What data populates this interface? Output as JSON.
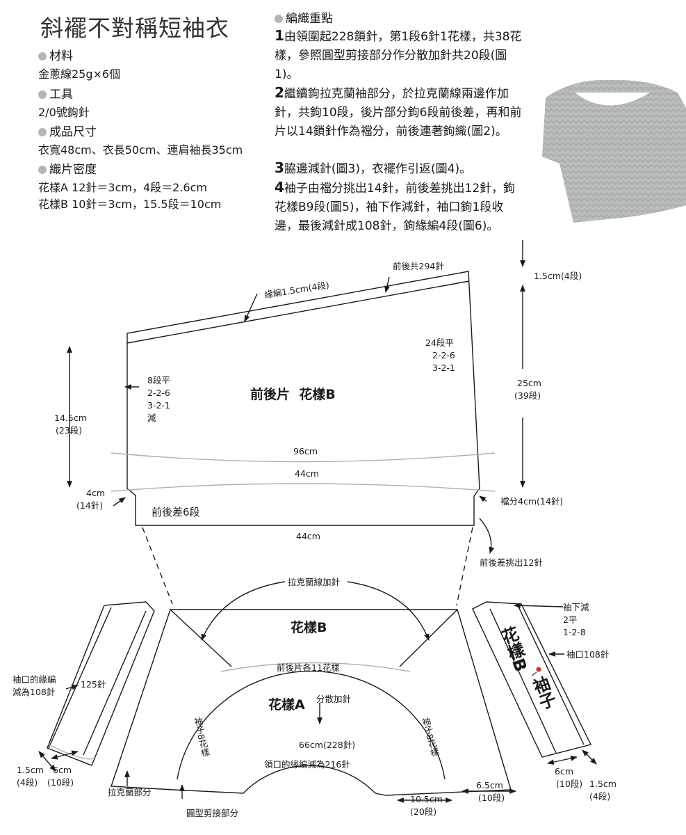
{
  "title": "斜襬不對稱短袖衣",
  "materials": {
    "heading": "材料",
    "value": "金蔥線25g×6個"
  },
  "tools": {
    "heading": "工具",
    "value": "2/0號鉤針"
  },
  "size": {
    "heading": "成品尺寸",
    "value": "衣寬48cm、衣長50cm、連肩袖長35cm"
  },
  "gauge": {
    "heading": "織片密度",
    "line1": "花樣A 12針＝3cm，4段＝2.6cm",
    "line2": "花樣B 10針＝3cm，15.5段＝10cm"
  },
  "notes": {
    "heading": "編織重點",
    "items": [
      {
        "num": "1",
        "text": "由領圍起228鎖針，第1段6針1花樣，共38花樣，參照圓型剪接部分作分散加針共20段(圖1)。"
      },
      {
        "num": "2",
        "text": "繼續鉤拉克蘭袖部分，於拉克蘭線兩邊作加針，共鉤10段，後片部分鉤6段前後差，再和前片以14鎖針作為襠分，前後連著鉤織(圖2)。"
      },
      {
        "num": "3",
        "text": "脇邊減針(圖3)，衣襬作引返(圖4)。"
      },
      {
        "num": "4",
        "text": "袖子由襠分挑出14針，前後差挑出12針，鉤花樣B9段(圖5)，袖下作減針，袖口鉤1段收邊，最後減針成108針，鉤緣編4段(圖6)。"
      }
    ]
  },
  "diagram": {
    "body": {
      "top_total": "前後共294針",
      "edging": "緣編1.5cm(4段)",
      "right_top_a": "1.5cm(4段)",
      "right_rows": "24段平",
      "right_2": "2-2-6",
      "right_3": "3-2-1",
      "right_h1": "25cm",
      "right_h2": "(39段)",
      "left_rows": "8段平",
      "left_2": "2-2-6",
      "left_3": "3-2-1",
      "left_dec": "減",
      "left_h1": "14.5cm",
      "left_h2": "(23段)",
      "title": "前後片  花樣B",
      "w96": "96cm",
      "w44": "44cm",
      "side_w1": "4cm",
      "side_w2": "(14針)",
      "diff_rows": "前後差6段",
      "bottom_w": "44cm",
      "gusset": "襠分4cm(14針)",
      "pickup": "前後差挑出12針"
    },
    "yoke": {
      "raglan_inc": "拉克蘭線加針",
      "pattern_b": "花樣B",
      "motifs": "前後片各11花樣",
      "pattern_a": "花樣A",
      "spread_inc": "分散加針",
      "neck": "66cm(228針)",
      "neck_edge": "領口的緣編減為216針",
      "sleeve_left": "袖子8花樣",
      "sleeve_right": "袖子8花樣",
      "raglan_part": "拉克蘭部分",
      "round_part": "圓型剪接部分",
      "w105a": "10.5cm",
      "w105b": "(20段)",
      "w65a": "6.5cm",
      "w65b": "(10段)"
    },
    "left_sleeve": {
      "cuff_a": "袖口的緣編",
      "cuff_b": "減為108針",
      "st125": "125針",
      "h15a": "1.5cm",
      "h15b": "(4段)",
      "w6a": "6cm",
      "w6b": "(10段)"
    },
    "right_sleeve": {
      "dec_title": "袖下減",
      "dec_1": "2平",
      "dec_2": "1-2-8",
      "cuff": "袖口108針",
      "name_a": "花樣B",
      "name_b": "袖子",
      "w6a": "6cm",
      "w6b": "(10段)",
      "h15a": "1.5cm",
      "h15b": "(4段)"
    }
  },
  "colors": {
    "line": "#1a1a1a",
    "photo": "#b9bcbc",
    "accent": "#c0392b"
  }
}
